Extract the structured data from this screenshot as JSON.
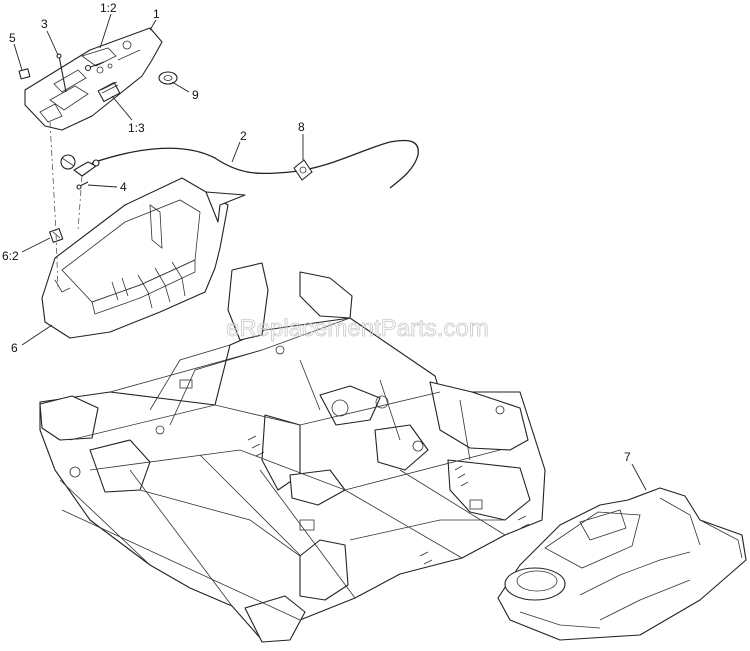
{
  "watermark": "eReplacementParts.com",
  "callouts": {
    "c1": "1",
    "c1_2": "1:2",
    "c1_3": "1:3",
    "c2": "2",
    "c3": "3",
    "c4": "4",
    "c5": "5",
    "c6": "6",
    "c6_2": "6:2",
    "c7": "7",
    "c8": "8",
    "c9": "9"
  }
}
